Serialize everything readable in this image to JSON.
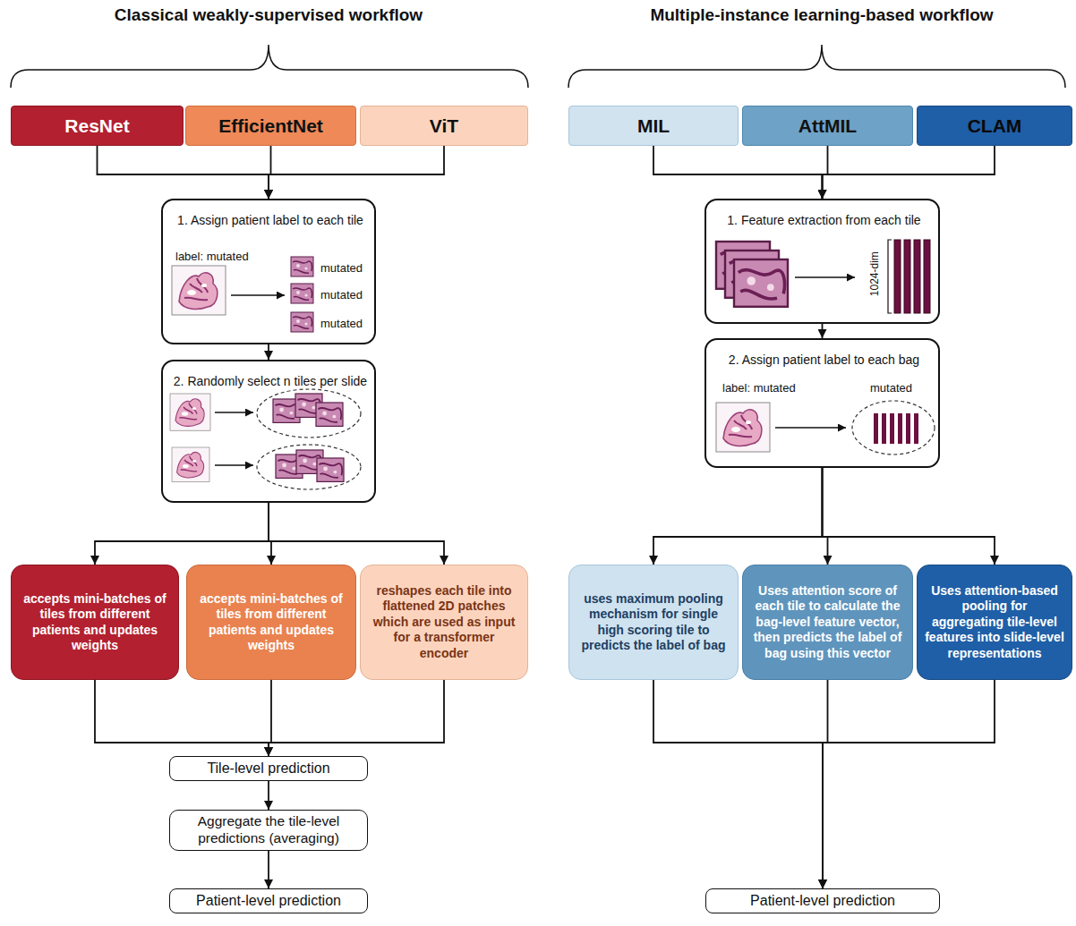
{
  "diagram": {
    "nodes": [
      {
        "text": [
          "ResNet"
        ]
      },
      {
        "text": [
          "EfficientNet"
        ]
      },
      {
        "text": [
          "ViT"
        ]
      },
      {
        "text": [
          "MIL"
        ]
      },
      {
        "text": [
          "AttMIL"
        ]
      },
      {
        "text": [
          "CLAM"
        ]
      },
      {
        "text": [
          "1. Assign patient label to each tile",
          "label: mutated",
          "mutated",
          "mutated",
          "mutated"
        ]
      },
      {
        "text": [
          "2. Randomly select n tiles per slide"
        ]
      },
      {
        "text": [
          "accepts mini-batches of tiles from different patients and updates weights"
        ]
      },
      {
        "text": [
          "accepts mini-batches of tiles from different patients and updates weights"
        ]
      },
      {
        "text": [
          "reshapes each tile into flattened 2D patches which are used as input for a transformer encoder"
        ]
      },
      {
        "text": [
          "Tile-level prediction"
        ]
      },
      {
        "text": [
          "Aggregate the tile-level predictions (averaging)"
        ]
      },
      {
        "text": [
          "Patient-level prediction"
        ]
      },
      {
        "text": [
          "1. Feature extraction from each tile",
          "1024-dim"
        ]
      },
      {
        "text": [
          "2. Assign patient label to each bag",
          "label: mutated",
          "mutated"
        ]
      },
      {
        "text": [
          "uses maximum pooling mechanism for single high scoring tile to predicts the label of bag"
        ]
      },
      {
        "text": [
          "Uses attention score of each tile to calculate the bag-level feature vector, then predicts the label of bag using this vector"
        ]
      },
      {
        "text": [
          "Uses attention-based pooling for aggregating tile-level features into slide-level representations"
        ]
      },
      {
        "text": [
          "Patient-level prediction"
        ]
      }
    ],
    "edges": [
      {
        "from": 0,
        "to": 6,
        "arrow": "to"
      },
      {
        "from": 1,
        "to": 6,
        "arrow": "to"
      },
      {
        "from": 2,
        "to": 6,
        "arrow": "to"
      },
      {
        "from": 3,
        "to": 14,
        "arrow": "to"
      },
      {
        "from": 4,
        "to": 14,
        "arrow": "to"
      },
      {
        "from": 5,
        "to": 14,
        "arrow": "to"
      },
      {
        "from": 6,
        "to": 7,
        "arrow": "to"
      },
      {
        "from": 7,
        "to": 8,
        "arrow": "to"
      },
      {
        "from": 7,
        "to": 9,
        "arrow": "to"
      },
      {
        "from": 7,
        "to": 10,
        "arrow": "to"
      },
      {
        "from": 8,
        "to": 11,
        "arrow": "to"
      },
      {
        "from": 9,
        "to": 11,
        "arrow": "to"
      },
      {
        "from": 10,
        "to": 11,
        "arrow": "to"
      },
      {
        "from": 11,
        "to": 12,
        "arrow": "to"
      },
      {
        "from": 12,
        "to": 13,
        "arrow": "to"
      },
      {
        "from": 14,
        "to": 15,
        "arrow": "to"
      },
      {
        "from": 15,
        "to": 16,
        "arrow": "to"
      },
      {
        "from": 15,
        "to": 17,
        "arrow": "to"
      },
      {
        "from": 15,
        "to": 18,
        "arrow": "to"
      },
      {
        "from": 16,
        "to": 19,
        "arrow": "to"
      },
      {
        "from": 17,
        "to": 19,
        "arrow": "to"
      },
      {
        "from": 18,
        "to": 19,
        "arrow": "to"
      }
    ],
    "labels": [
      "Classical weakly-supervised workflow",
      "Multiple-instance learning-based workflow"
    ]
  }
}
